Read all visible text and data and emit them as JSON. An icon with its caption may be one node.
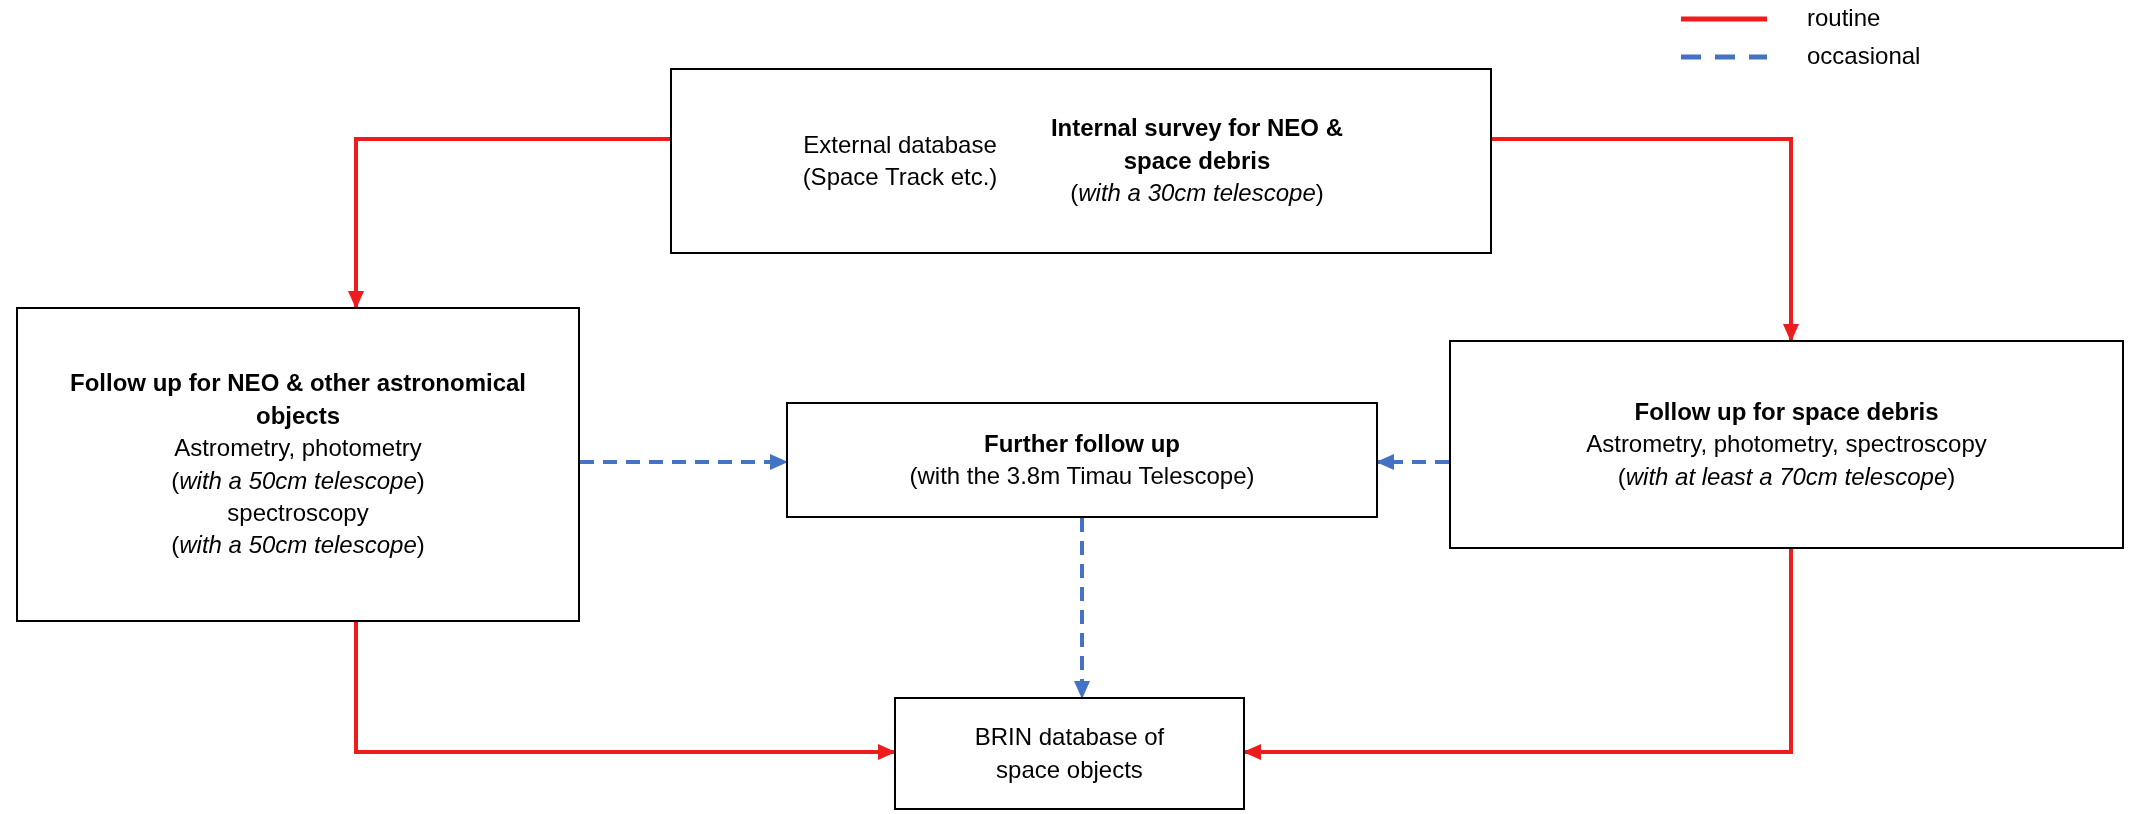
{
  "diagram": {
    "nodes": [
      {
        "text": [
          "External database (Space Track etc.)",
          "Internal survey for NEO & space debris",
          "(*with a 30cm telescope*)"
        ]
      },
      {
        "text": [
          "Follow up for NEO & other astronomical objects",
          "Astrometry, photometry",
          "(*with a 50cm telescope*)",
          "spectroscopy",
          "(*with a 50cm telescope*)"
        ]
      },
      {
        "text": [
          "Further follow up",
          "(with the 3.8m Timau Telescope)"
        ]
      },
      {
        "text": [
          "Follow up for space debris",
          "Astrometry, photometry, spectroscopy",
          "(*with at least a 70cm telescope*)"
        ]
      },
      {
        "text": [
          "BRIN database of space objects"
        ]
      }
    ],
    "edges": [
      {
        "from": 0,
        "to": 1,
        "arrow": "to"
      },
      {
        "from": 0,
        "to": 3,
        "arrow": "to"
      },
      {
        "from": 1,
        "to": 2,
        "arrow": "to",
        "style": "dashed",
        "color": "#4472c4"
      },
      {
        "from": 3,
        "to": 2,
        "arrow": "to",
        "style": "dashed",
        "color": "#4472c4"
      },
      {
        "from": 2,
        "to": 4,
        "arrow": "to",
        "style": "dashed",
        "color": "#4472c4"
      },
      {
        "from": 1,
        "to": 4,
        "arrow": "to"
      },
      {
        "from": 3,
        "to": 4,
        "arrow": "to"
      }
    ],
    "legend": [
      {
        "text": "routine"
      },
      {
        "text": "occasional"
      }
    ]
  }
}
